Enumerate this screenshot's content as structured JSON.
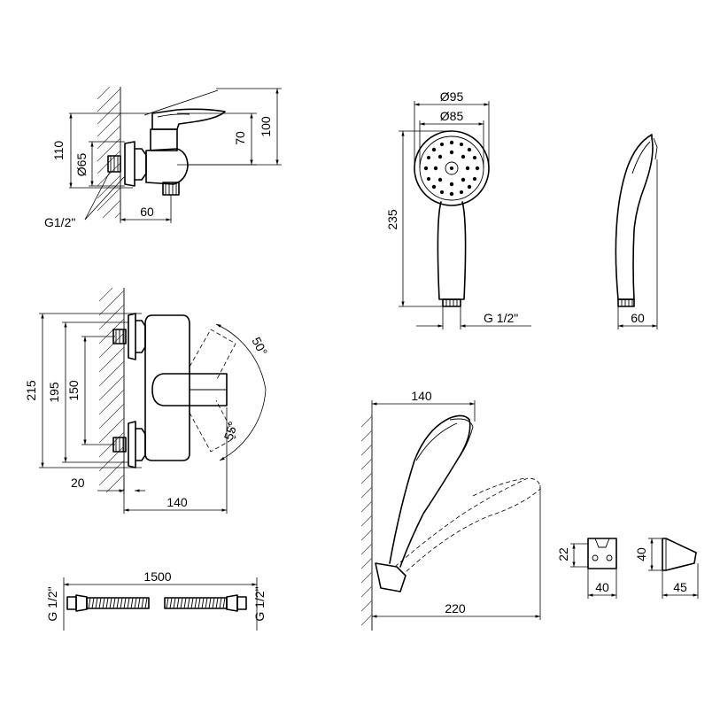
{
  "colors": {
    "ink": "#000000",
    "background": "#ffffff"
  },
  "side_view": {
    "dim_110": "110",
    "dim_65": "Ø65",
    "dim_70": "70",
    "dim_100": "100",
    "dim_60": "60",
    "thread": "G1/2\""
  },
  "front_view": {
    "dim_215": "215",
    "dim_195": "195",
    "dim_150": "150",
    "angle_up": "50°",
    "angle_down": "55°",
    "dim_20": "20",
    "dim_140": "140"
  },
  "hose": {
    "length": "1500",
    "thread_left": "G 1/2\"",
    "thread_right": "G 1/2\""
  },
  "hand_shower": {
    "dia_outer": "Ø95",
    "dia_inner": "Ø85",
    "height": "235",
    "thread": "G 1/2\"",
    "side_width": "60"
  },
  "installation": {
    "reach": "140",
    "tilted_reach": "220"
  },
  "holder": {
    "front_height": "22",
    "front_width": "40",
    "side_height": "40",
    "side_depth": "45"
  }
}
